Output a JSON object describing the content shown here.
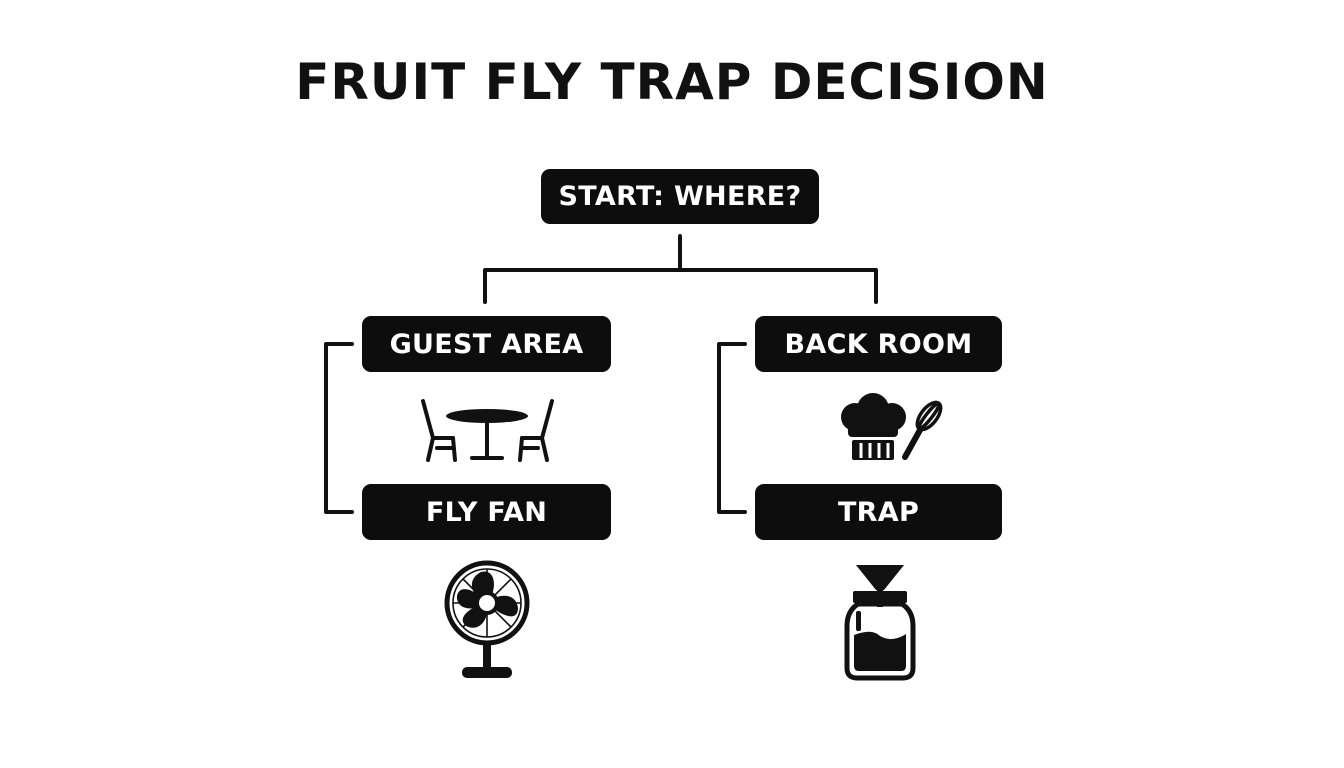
{
  "title": "FRUIT FLY TRAP DECISION",
  "nodes": {
    "start": "START: WHERE?",
    "guest_area": "GUEST AREA",
    "back_room": "BACK ROOM",
    "fly_fan": "FLY FAN",
    "trap": "TRAP"
  },
  "icons": {
    "guest_area": "table-and-chairs-icon",
    "back_room": "chef-hat-and-whisk-icon",
    "fly_fan": "electric-fan-icon",
    "trap": "jar-funnel-trap-icon"
  },
  "colors": {
    "box_fill": "#0d0d0d",
    "box_text": "#ffffff",
    "connector": "#111111",
    "background": "#ffffff"
  }
}
